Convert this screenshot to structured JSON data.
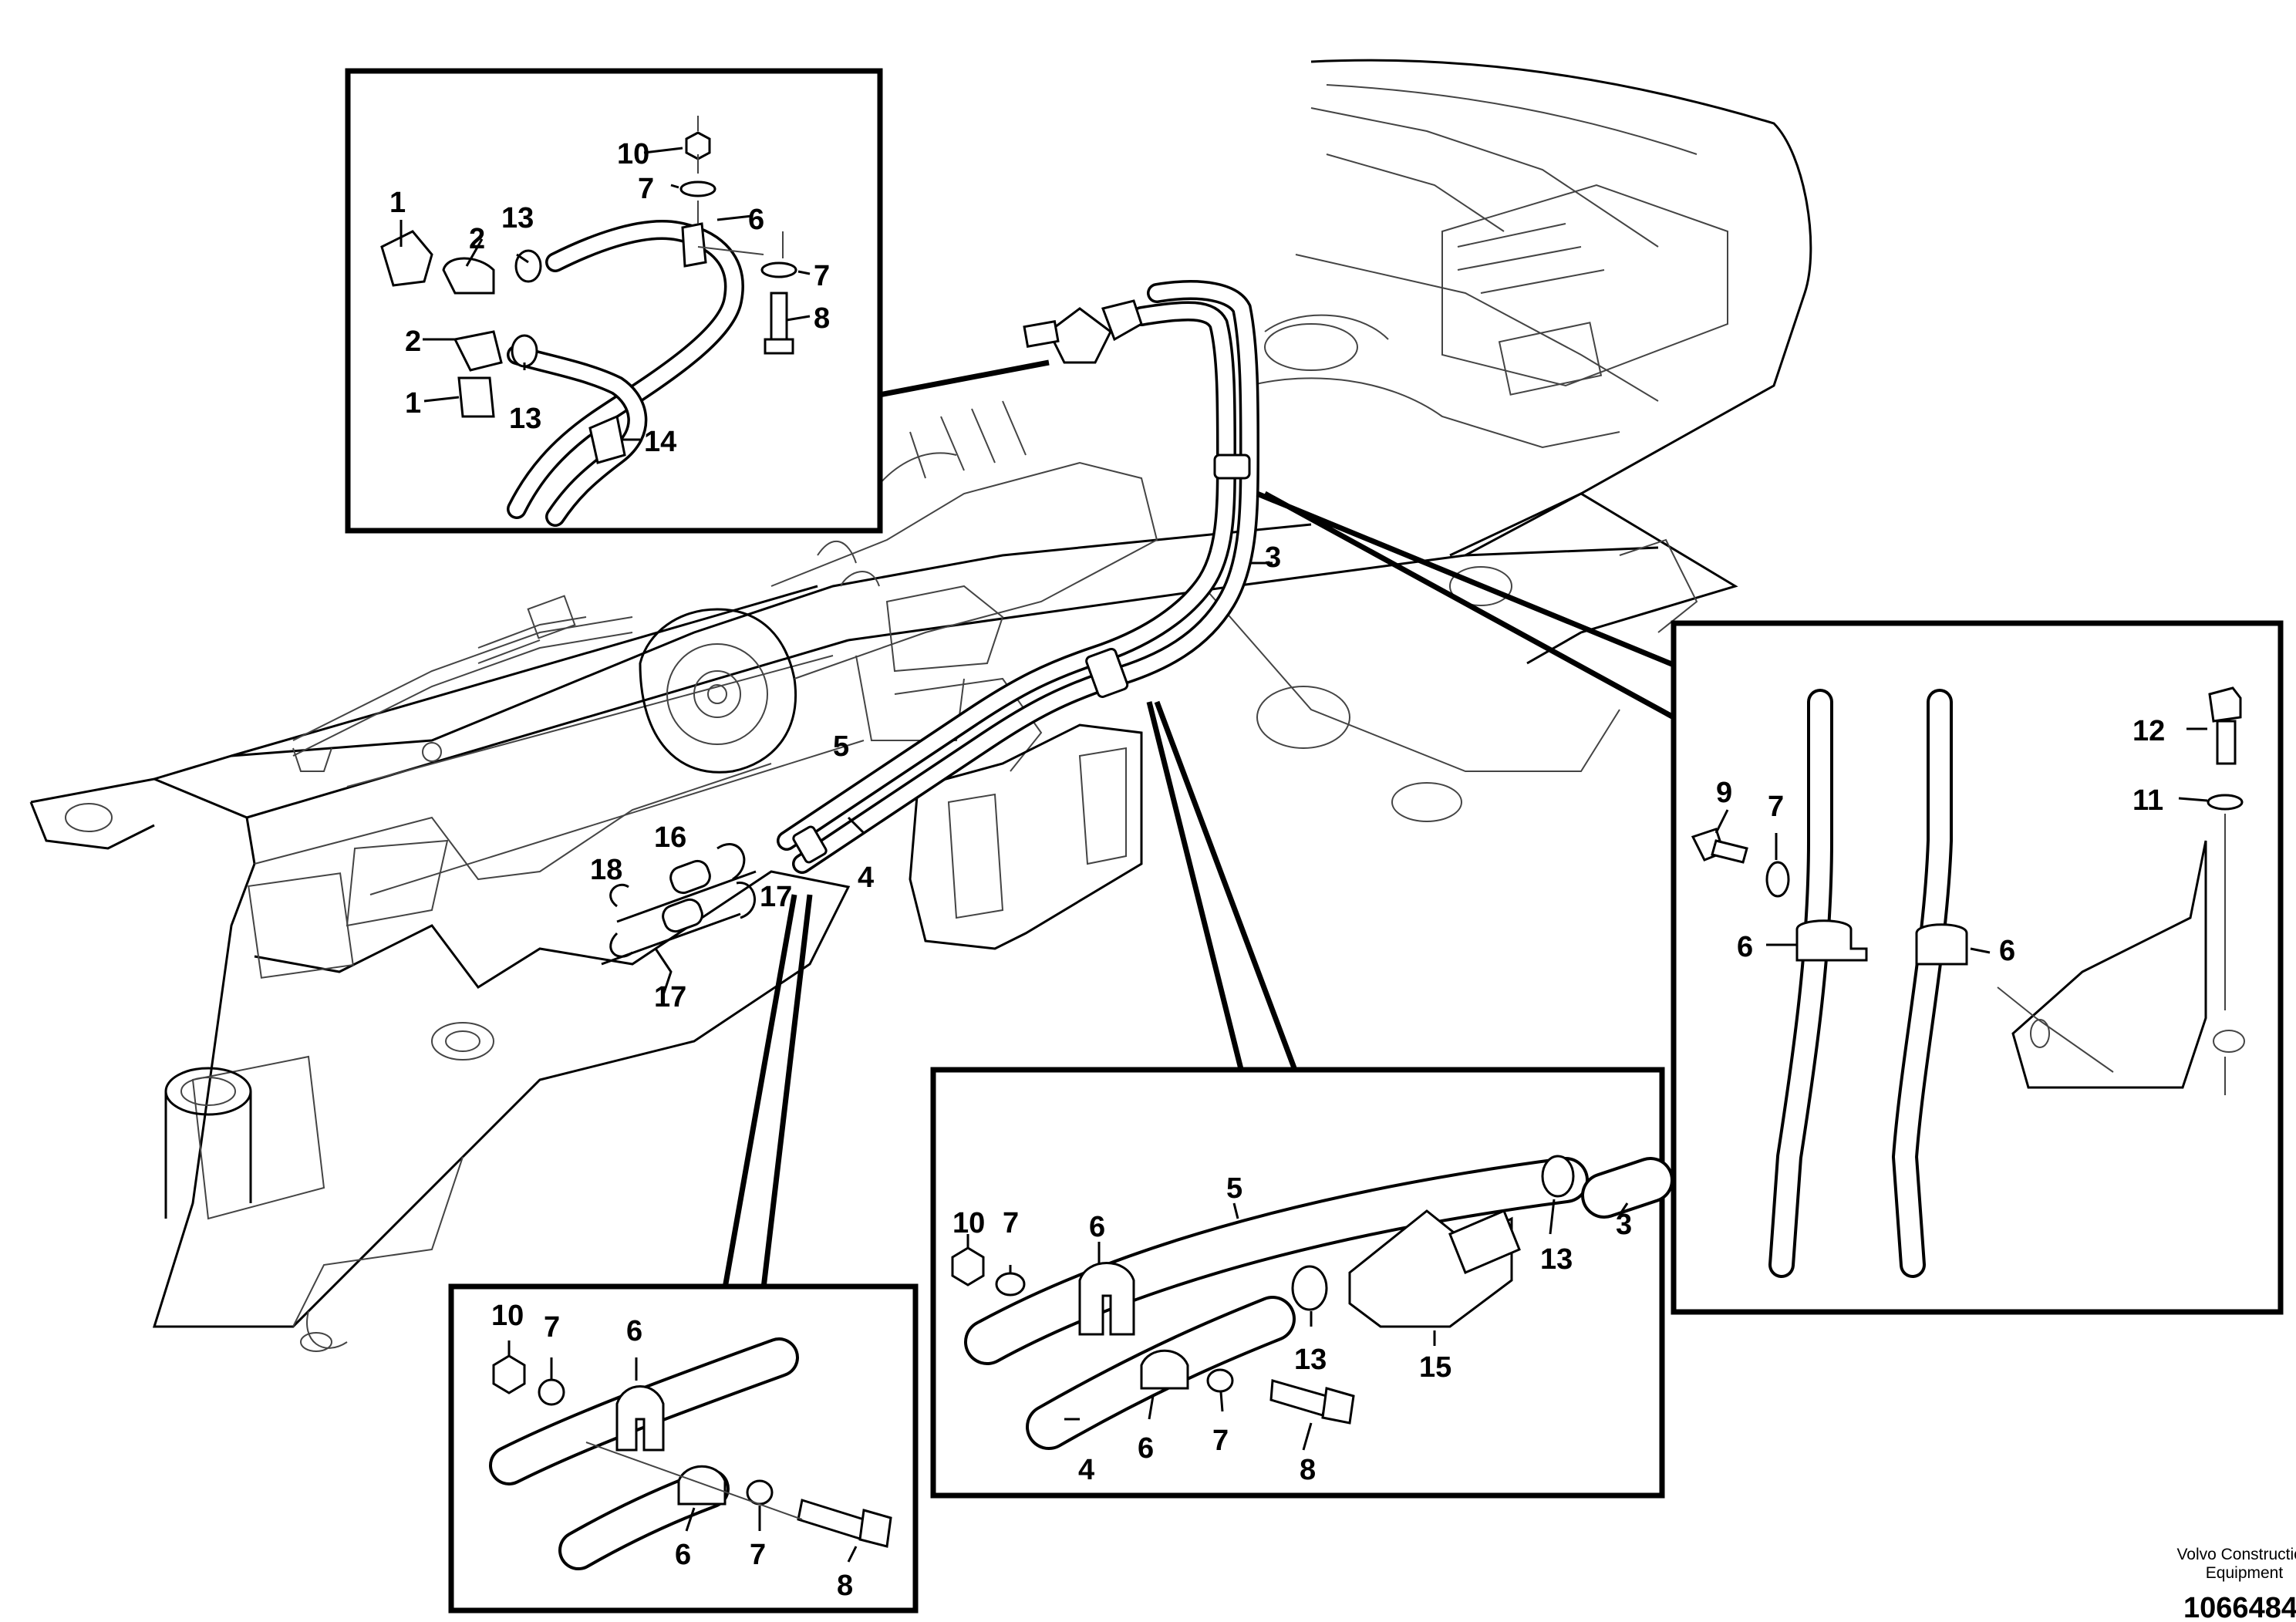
{
  "diagram": {
    "credit_line1": "Volvo Construction",
    "credit_line2": "Equipment",
    "document_number": "1066484"
  },
  "callouts": {
    "main": {
      "c3": "3",
      "c4": "4",
      "c5": "5",
      "c16": "16",
      "c18": "18",
      "c17a": "17",
      "c17b": "17"
    },
    "inset_top": {
      "c1a": "1",
      "c1b": "1",
      "c2a": "2",
      "c2b": "2",
      "c13a": "13",
      "c13b": "13",
      "c10": "10",
      "c7a": "7",
      "c6": "6",
      "c7b": "7",
      "c8": "8",
      "c14": "14"
    },
    "inset_right": {
      "c12": "12",
      "c11": "11",
      "c9": "9",
      "c7": "7",
      "c6a": "6",
      "c6b": "6"
    },
    "inset_mid": {
      "c10": "10",
      "c7a": "7",
      "c6a": "6",
      "c5": "5",
      "c3": "3",
      "c13a": "13",
      "c13b": "13",
      "c15": "15",
      "c4": "4",
      "c6b": "6",
      "c7b": "7",
      "c8": "8"
    },
    "inset_bottom": {
      "c10": "10",
      "c7a": "7",
      "c6a": "6",
      "c6b": "6",
      "c7b": "7",
      "c8": "8"
    }
  }
}
